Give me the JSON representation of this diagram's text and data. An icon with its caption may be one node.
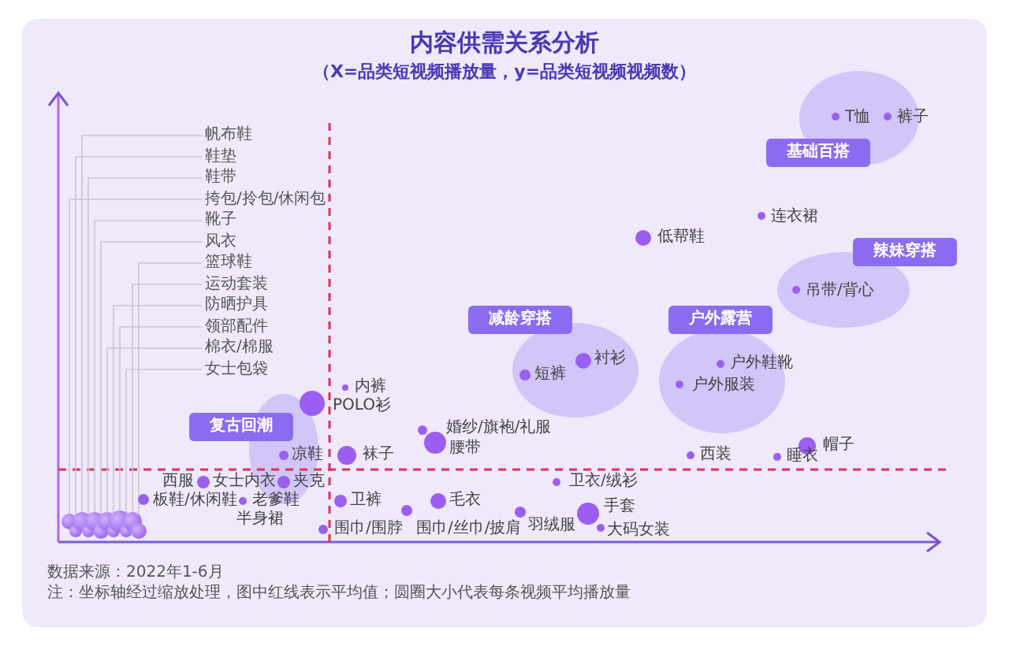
{
  "diagram": {
    "title": "内容供需关系分析",
    "nodes": [
      {
        "text": [
          "帆布鞋"
        ]
      },
      {
        "text": [
          "鞋垫"
        ]
      },
      {
        "text": [
          "鞋带"
        ]
      },
      {
        "text": [
          "挎包/拎包/休闲包"
        ]
      },
      {
        "text": [
          "靴子"
        ]
      },
      {
        "text": [
          "风衣"
        ]
      },
      {
        "text": [
          "篮球鞋"
        ]
      },
      {
        "text": [
          "运动套装"
        ]
      },
      {
        "text": [
          "防晒护具"
        ]
      },
      {
        "text": [
          "领部配件"
        ]
      },
      {
        "text": [
          "棉衣/棉服"
        ]
      },
      {
        "text": [
          "女士包袋"
        ]
      },
      {
        "text": [
          "基础百搭"
        ]
      },
      {
        "text": [
          "辣妹穿搭"
        ]
      },
      {
        "text": [
          "减龄穿搭"
        ]
      },
      {
        "text": [
          "户外露营"
        ]
      },
      {
        "text": [
          "复古回潮"
        ]
      },
      {
        "text": [],
        "shape": "circle"
      },
      {
        "text": [],
        "shape": "circle"
      },
      {
        "text": [],
        "shape": "circle"
      },
      {
        "text": [],
        "shape": "circle"
      },
      {
        "text": [],
        "shape": "circle"
      },
      {
        "text": [],
        "shape": "circle"
      },
      {
        "text": [],
        "shape": "circle"
      },
      {
        "text": [],
        "shape": "circle"
      },
      {
        "text": [],
        "shape": "circle"
      },
      {
        "text": [],
        "shape": "circle"
      },
      {
        "text": [],
        "shape": "circle"
      },
      {
        "text": [],
        "shape": "circle"
      }
    ],
    "edges": [
      {
        "from": 0,
        "to": 19,
        "arrow": "none"
      },
      {
        "from": 1,
        "to": 18,
        "arrow": "none"
      },
      {
        "from": 2,
        "to": 20,
        "arrow": "none"
      },
      {
        "from": 3,
        "to": 17,
        "arrow": "none"
      },
      {
        "from": 4,
        "to": 21,
        "arrow": "none"
      },
      {
        "from": 5,
        "to": 22,
        "arrow": "none"
      },
      {
        "from": 6,
        "to": 28,
        "arrow": "none"
      },
      {
        "from": 7,
        "to": 27,
        "arrow": "none"
      },
      {
        "from": 8,
        "to": 24,
        "arrow": "none"
      },
      {
        "from": 9,
        "to": 25,
        "arrow": "none"
      },
      {
        "from": 10,
        "to": 23,
        "arrow": "none"
      },
      {
        "from": 11,
        "to": 26,
        "arrow": "none"
      }
    ],
    "labels": [
      "（X=品类短视频播放量，y=品类短视频视频数）",
      "T恤",
      "裤子",
      "连衣裙",
      "低帮鞋",
      "吊带/背心",
      "衬衫",
      "户外鞋靴",
      "内裤",
      "短裤",
      "户外服装",
      "POLO衫",
      "婚纱/旗袍/礼服",
      "腰带",
      "凉鞋",
      "袜子",
      "西装",
      "睡衣",
      "帽子",
      "西服",
      "女士内衣",
      "夹克",
      "卫衣/绒衫",
      "板鞋/休闲鞋",
      "老爹鞋",
      "卫裤",
      "毛衣",
      "手套",
      "半身裙",
      "围巾/围脖",
      "围巾/丝巾/披肩",
      "羽绒服",
      "大码女装",
      "数据来源：2022年1-6月",
      "注：坐标轴经过缩放处理，图中红线表示平均值；圆圈大小代表每条视频平均播放量"
    ]
  }
}
